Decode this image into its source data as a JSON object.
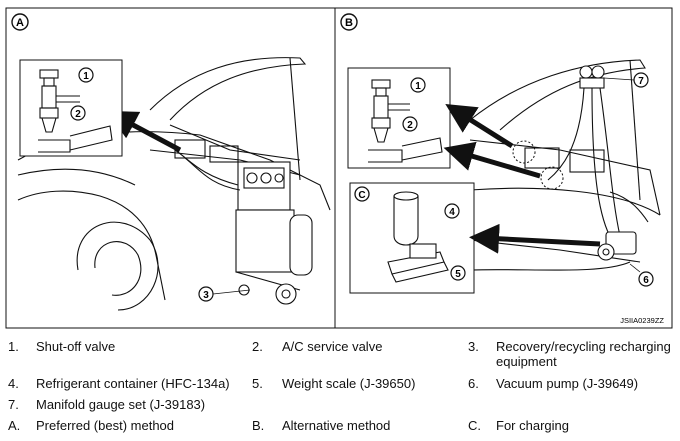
{
  "panels": {
    "a": {
      "letter": "A"
    },
    "b": {
      "letter": "B"
    },
    "c": {
      "letter": "C"
    }
  },
  "callouts": [
    "1",
    "2",
    "3",
    "4",
    "5",
    "6",
    "7"
  ],
  "reference_code": "JSIIA0239ZZ",
  "legend": [
    [
      {
        "num": "1.",
        "text": "Shut-off valve"
      },
      {
        "num": "2.",
        "text": "A/C service valve"
      },
      {
        "num": "3.",
        "text": "Recovery/recycling recharging equipment"
      }
    ],
    [
      {
        "num": "4.",
        "text": "Refrigerant container (HFC-134a)"
      },
      {
        "num": "5.",
        "text": "Weight scale (J-39650)"
      },
      {
        "num": "6.",
        "text": "Vacuum pump (J-39649)"
      }
    ],
    [
      {
        "num": "7.",
        "text": "Manifold gauge set (J-39183)"
      }
    ],
    [
      {
        "num": "A.",
        "text": "Preferred (best) method"
      },
      {
        "num": "B.",
        "text": "Alternative method"
      },
      {
        "num": "C.",
        "text": "For charging"
      }
    ]
  ]
}
